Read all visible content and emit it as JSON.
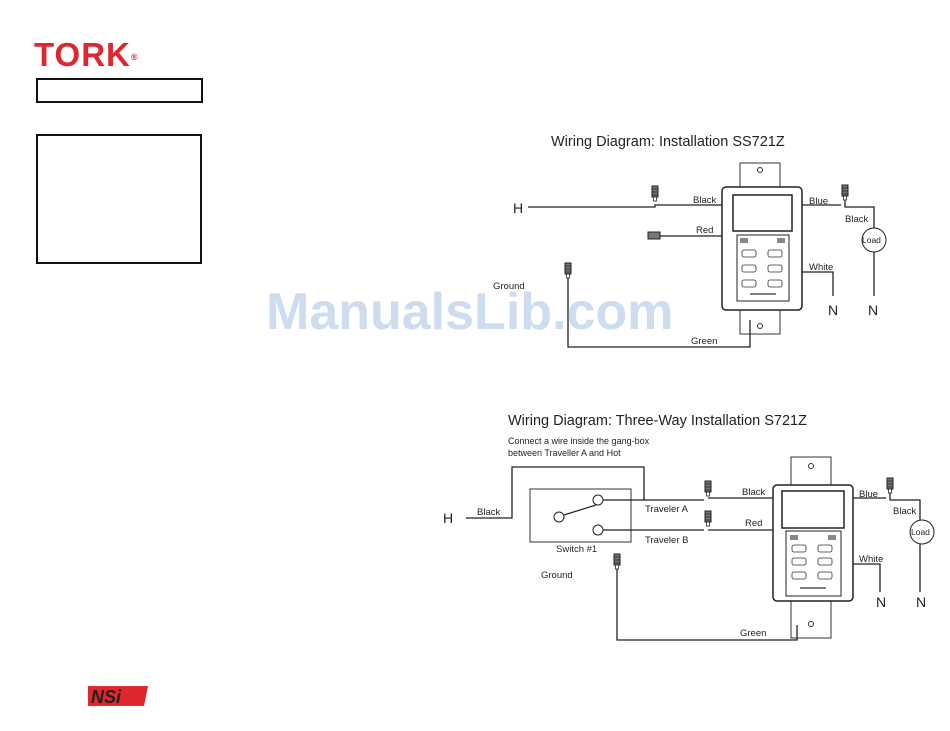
{
  "brand": {
    "logo_text": "TORK",
    "registered_mark": "®",
    "footer_logo_text": "NSi",
    "color": "#e0262f"
  },
  "watermark": "ManualsLib.com",
  "diagram1": {
    "title": "Wiring Diagram: Installation SS721Z",
    "labels": {
      "hot": "H",
      "black": "Black",
      "red": "Red",
      "blue": "Blue",
      "black_load": "Black",
      "load": "Load",
      "white": "White",
      "ground": "Ground",
      "green": "Green",
      "neutral_1": "N",
      "neutral_2": "N"
    }
  },
  "diagram2": {
    "title": "Wiring Diagram: Three-Way Installation S721Z",
    "note_line1": "Connect a wire inside the gang-box",
    "note_line2": "between Traveller A and Hot",
    "labels": {
      "hot": "H",
      "black_in": "Black",
      "traveler_a": "Traveler A",
      "traveler_b": "Traveler B",
      "switch": "Switch #1",
      "black": "Black",
      "red": "Red",
      "blue": "Blue",
      "black_load": "Black",
      "load": "Load",
      "white": "White",
      "ground": "Ground",
      "green": "Green",
      "neutral_1": "N",
      "neutral_2": "N"
    }
  }
}
